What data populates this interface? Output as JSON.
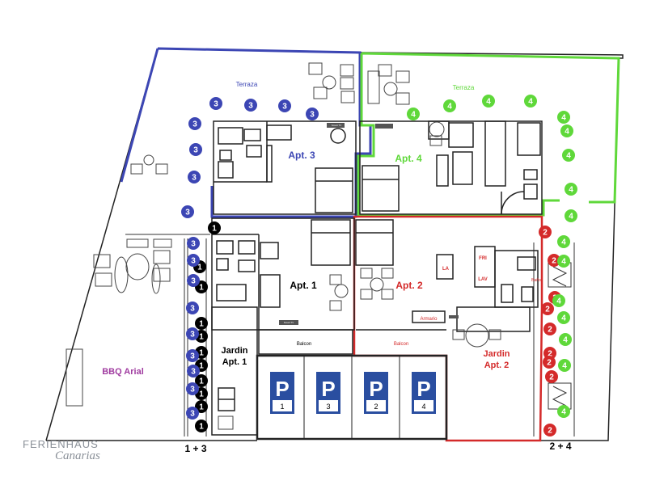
{
  "colors": {
    "apt1": "#000000",
    "apt2": "#d42a2a",
    "apt3": "#3c46b4",
    "apt4": "#5fd83a",
    "parking": "#2a4ea0",
    "bbq": "#a03ca0",
    "wall": "#222222"
  },
  "apartments": {
    "apt1": {
      "label": "Apt. 1",
      "garden": [
        "Jardin",
        "Apt. 1"
      ]
    },
    "apt2": {
      "label": "Apt. 2",
      "garden": [
        "Jardin",
        "Apt. 2"
      ]
    },
    "apt3": {
      "label": "Apt. 3",
      "terrace": "Terraza"
    },
    "apt4": {
      "label": "Apt. 4",
      "terrace": "Terraza"
    }
  },
  "areas": {
    "bbq": "BBQ Arial",
    "balcon1": "Balcon",
    "balcon2": "Balcon",
    "armario": "Armario",
    "bano": "Baño",
    "fri": "FRI",
    "lav": "LAV",
    "la": "LA",
    "smart_tv1": "Smart TV",
    "smart_tv2": "Smart TV"
  },
  "parking": {
    "symbol": "P",
    "spots": [
      "1",
      "3",
      "2",
      "4"
    ]
  },
  "entrances": {
    "left": "1 + 3",
    "right": "2 + 4"
  },
  "path_markers": {
    "apt1": [
      "1",
      "1",
      "1",
      "1",
      "1",
      "1",
      "1",
      "1",
      "1",
      "1",
      "1"
    ],
    "apt2": [
      "2",
      "2",
      "2",
      "2",
      "2",
      "2",
      "2",
      "2",
      "2"
    ],
    "apt3": [
      "3",
      "3",
      "3",
      "3",
      "3",
      "3",
      "3",
      "3",
      "3",
      "3",
      "3",
      "3",
      "3",
      "3",
      "3",
      "3",
      "3"
    ],
    "apt4": [
      "4",
      "4",
      "4",
      "4",
      "4",
      "4",
      "4",
      "4",
      "4",
      "4",
      "4",
      "4",
      "4",
      "4",
      "4",
      "4"
    ]
  },
  "logo": {
    "line1": "FERIENHAUS",
    "line2": "Canarias"
  }
}
